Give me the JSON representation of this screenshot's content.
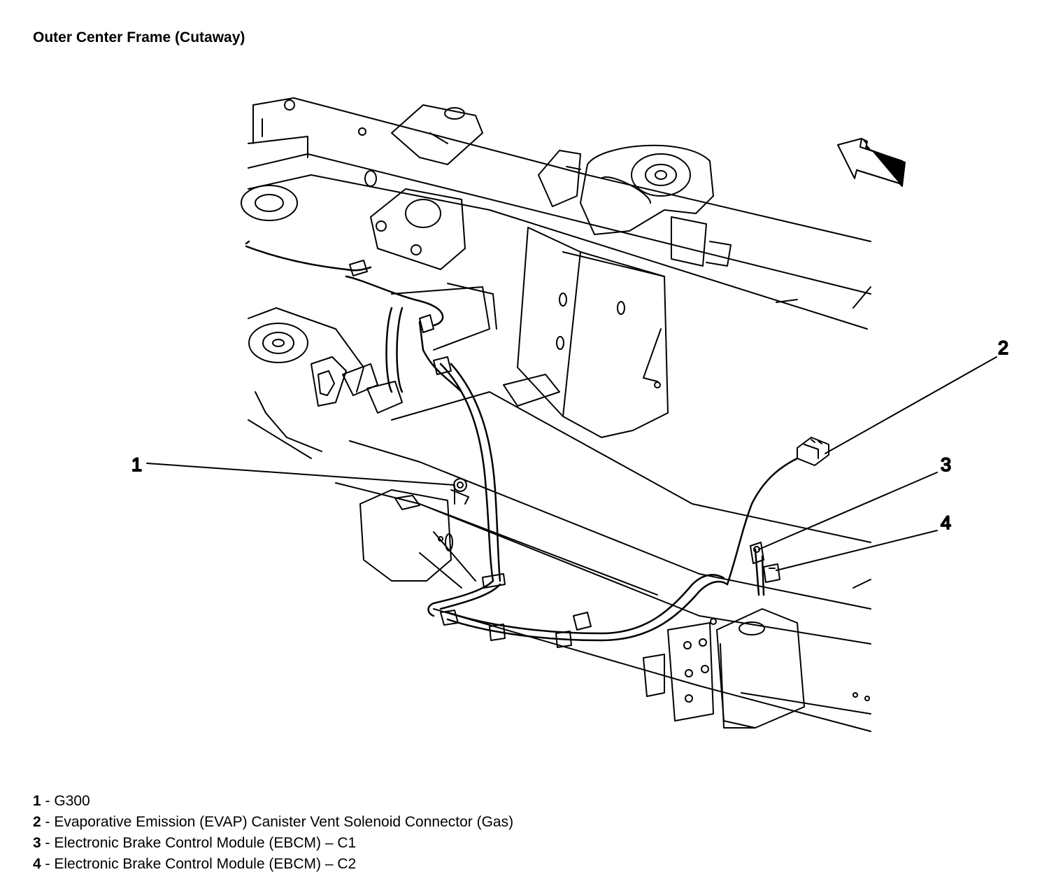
{
  "title": "Outer Center Frame (Cutaway)",
  "callouts": [
    {
      "number": "1"
    },
    {
      "number": "2"
    },
    {
      "number": "3"
    },
    {
      "number": "4"
    }
  ],
  "legend": [
    {
      "number": "1",
      "separator": " - ",
      "text": "G300"
    },
    {
      "number": "2",
      "separator": " - ",
      "text": "Evaporative Emission (EVAP) Canister Vent Solenoid Connector (Gas)"
    },
    {
      "number": "3",
      "separator": " - ",
      "text": "Electronic Brake Control Module (EBCM) – C1"
    },
    {
      "number": "4",
      "separator": " - ",
      "text": "Electronic Brake Control Module (EBCM) – C2"
    }
  ],
  "colors": {
    "ink": "#000000",
    "background": "#ffffff"
  },
  "icons": [
    "forward-direction-arrow-icon"
  ]
}
